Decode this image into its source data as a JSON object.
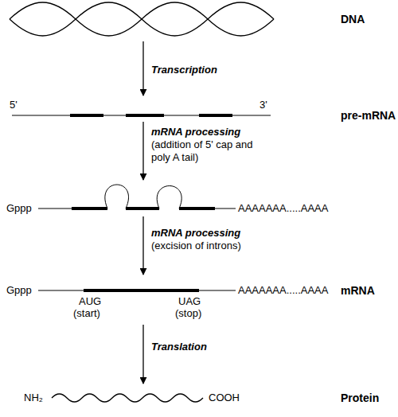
{
  "diagram": {
    "labels": [
      "DNA",
      "Transcription",
      "5'",
      "pre-mRNA",
      "3'",
      "mRNA processing",
      "(addition of 5' cap and poly A tail)",
      "Gppp",
      "AAAAAAA.....AAAA",
      "mRNA processing",
      "(excision of introns)",
      "Gppp",
      "AAAAAAA.....AAAA",
      "mRNA",
      "AUG",
      "(start)",
      "UAG",
      "(stop)",
      "Translation",
      "NH₂",
      "COOH",
      "Protein"
    ]
  }
}
